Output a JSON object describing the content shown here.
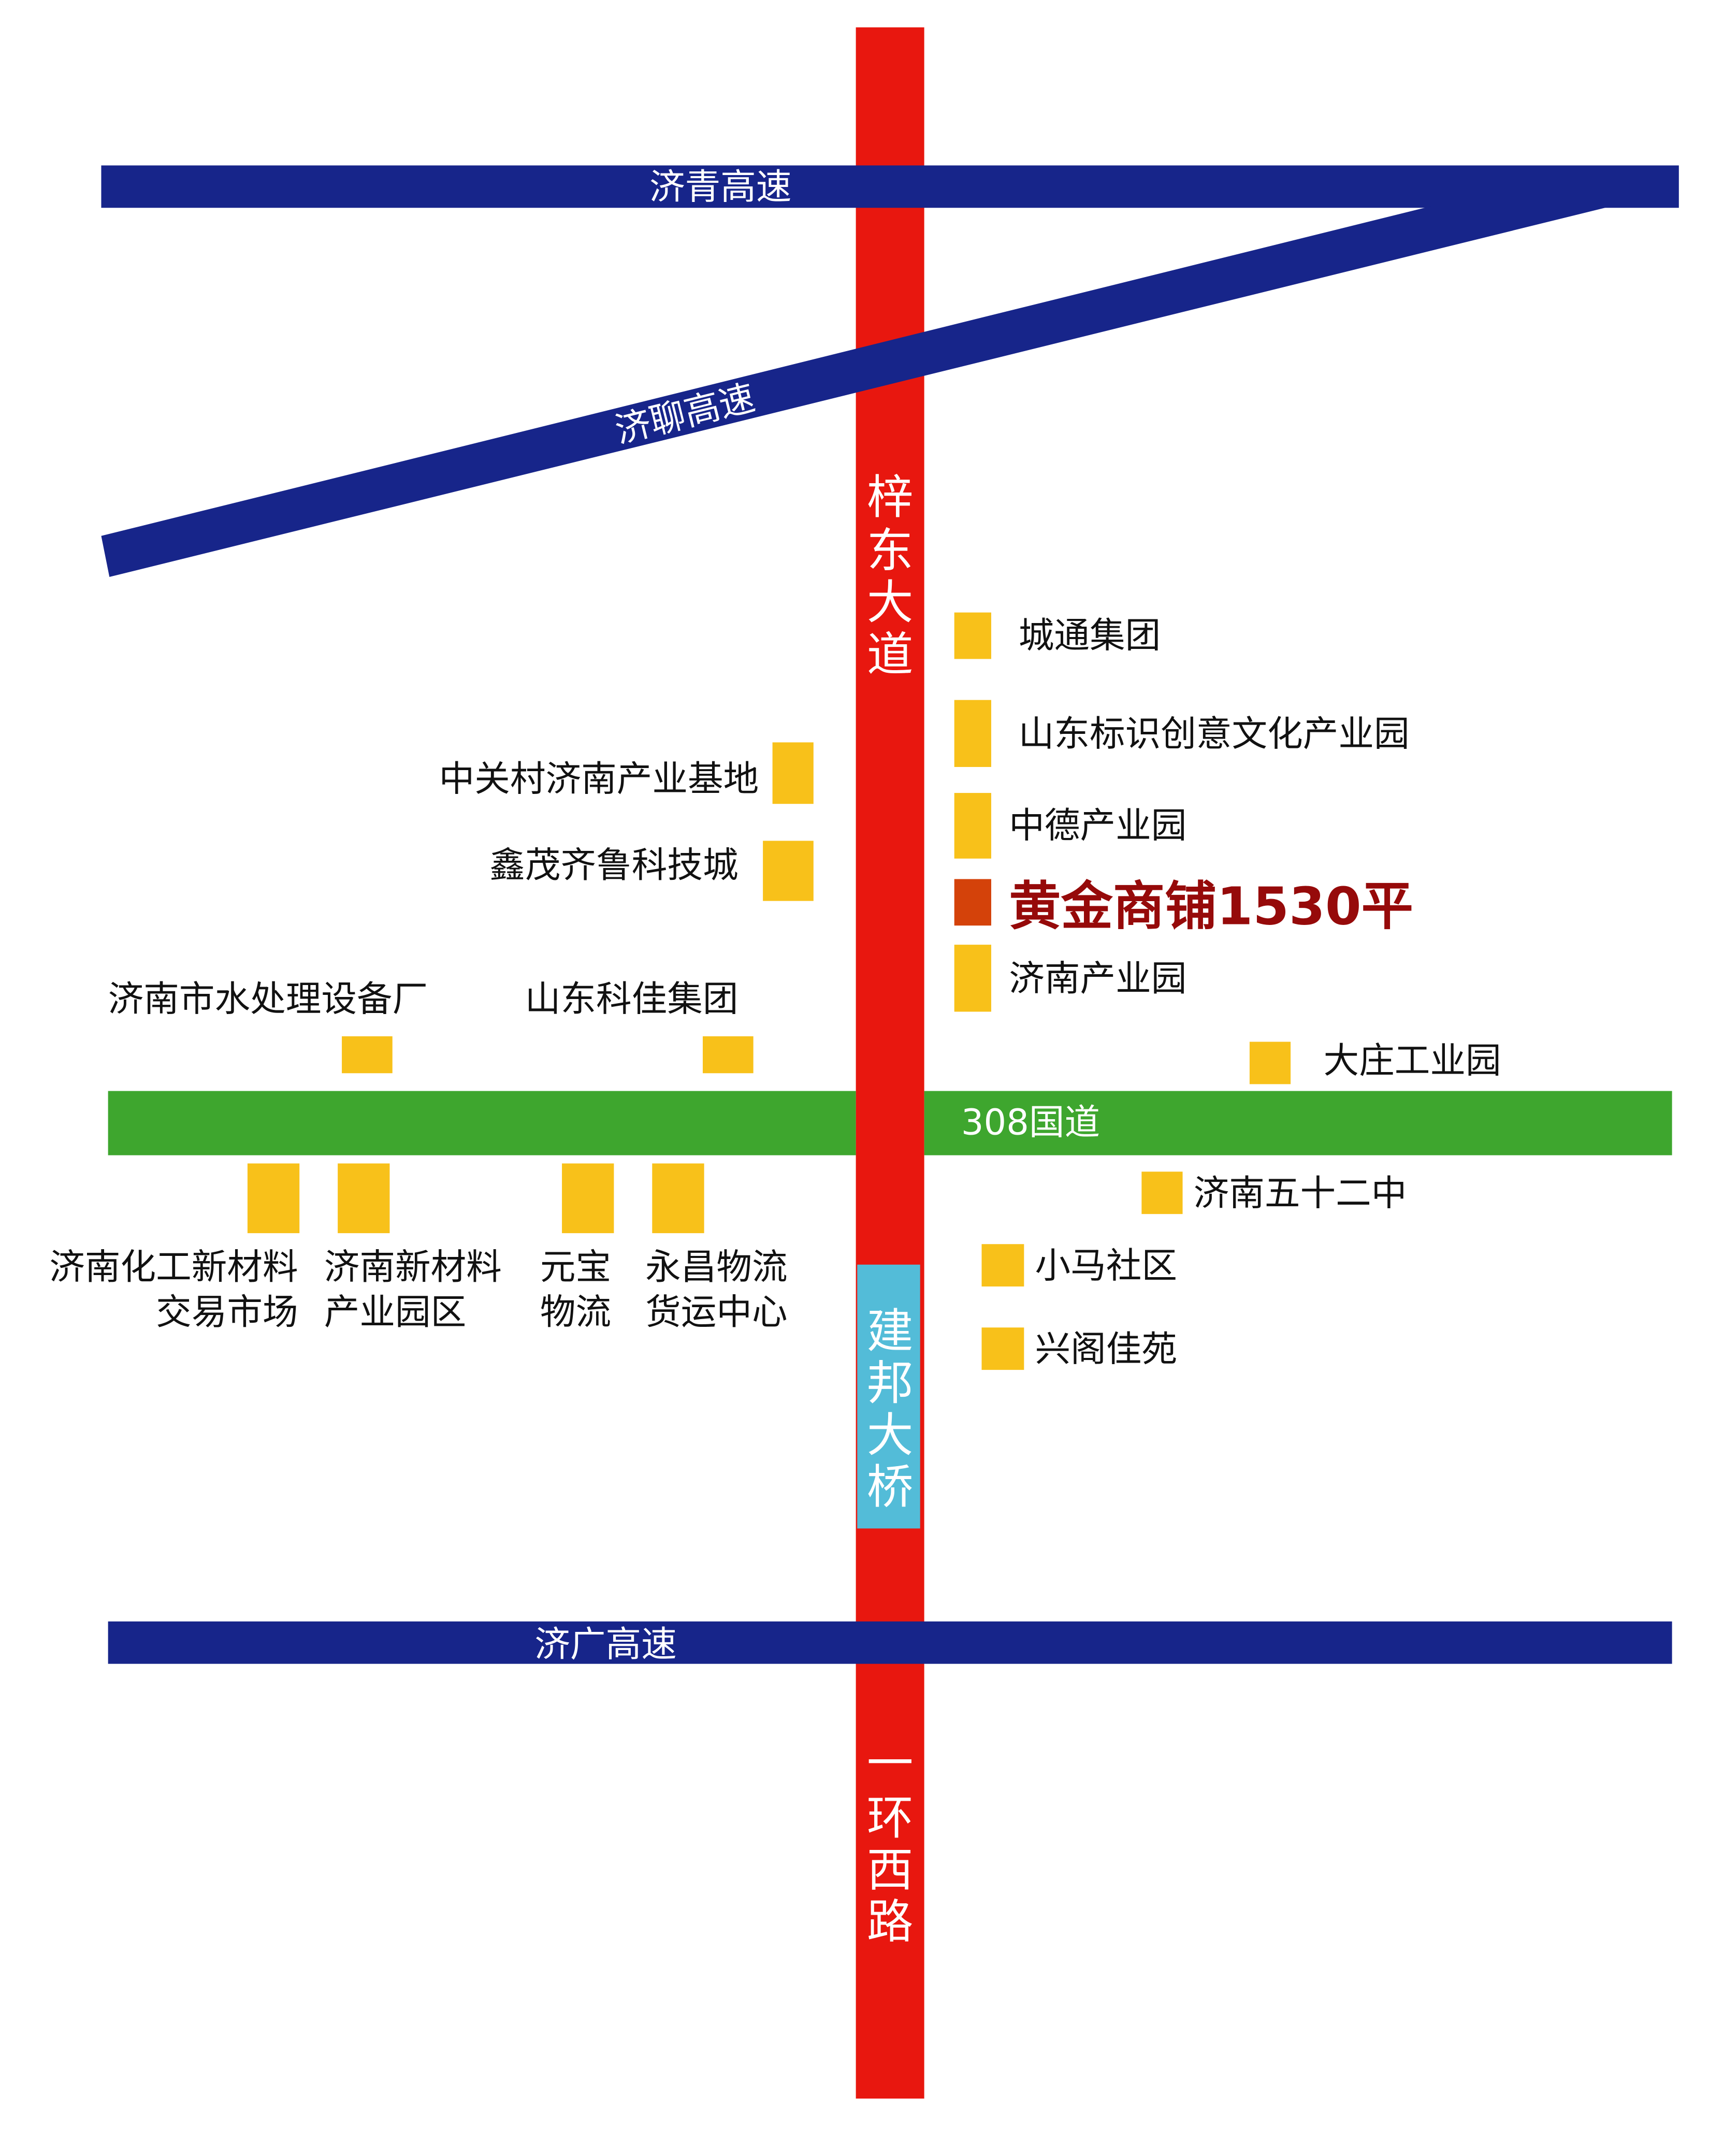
{
  "colors": {
    "main_road": "#E8170F",
    "expressway": "#17258A",
    "national_road": "#3EA62E",
    "bridge": "#53BCD8",
    "poi_marker": "#F8C11A",
    "highlight_marker": "#D4420A",
    "highlight_text": "#960A0A"
  },
  "roads": {
    "jiqing": "济青高速",
    "jiliao": "济聊高速",
    "jiguang": "济广高速",
    "guodao308": "308国道",
    "zidong": [
      "梓",
      "东",
      "大",
      "道"
    ],
    "jianbang_bridge": [
      "建",
      "邦",
      "大",
      "桥"
    ],
    "yihuan_west": [
      "一",
      "环",
      "西",
      "路"
    ]
  },
  "highlight": "黄金商铺1530平",
  "pois_right": {
    "chengtong": "城通集团",
    "sdbiaozhi": "山东标识创意文化产业园",
    "zhongde": "中德产业园",
    "jinan_park": "济南产业园",
    "dazhuang": "大庄工业园",
    "no52": "济南五十二中",
    "xiaoma": "小马社区",
    "xingge": "兴阁佳苑"
  },
  "pois_left": {
    "zgc": "中关村济南产业基地",
    "xinmao": "鑫茂齐鲁科技城",
    "water": "济南市水处理设备厂",
    "kejia": "山东科佳集团",
    "chem": [
      "济南化工新材料",
      "交易市场"
    ],
    "newmat": [
      "济南新材料",
      "产业园区"
    ],
    "yuanbao": [
      "元宝",
      "物流"
    ],
    "yongchang": [
      "永昌物流",
      "货运中心"
    ]
  }
}
